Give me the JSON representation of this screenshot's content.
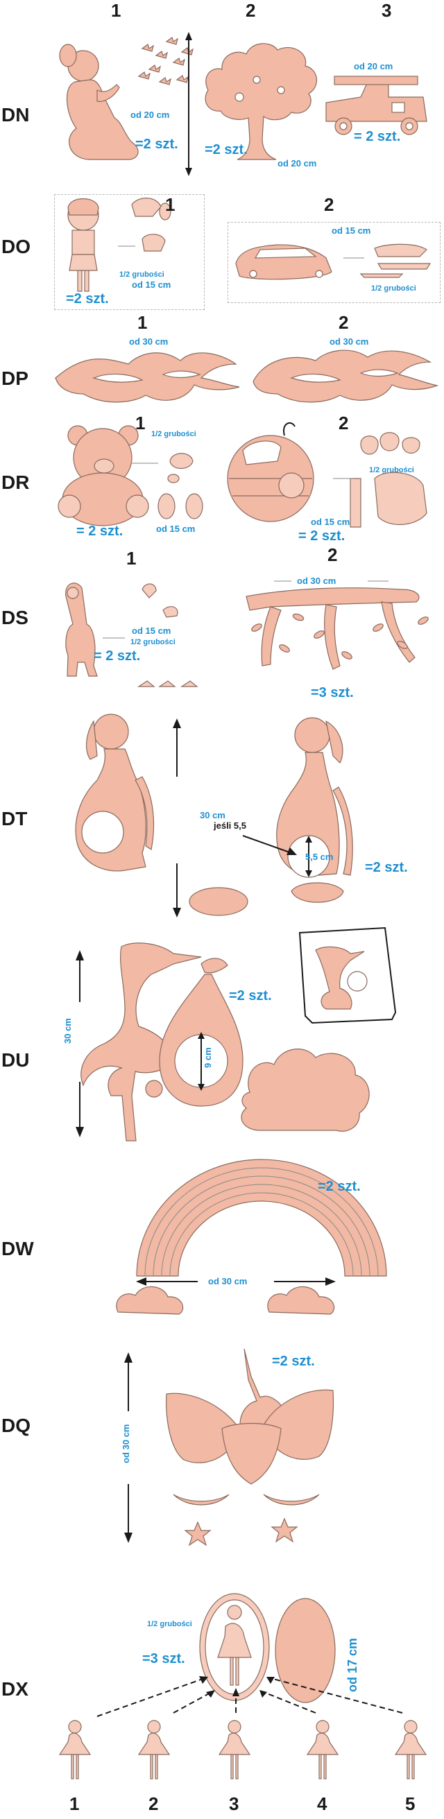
{
  "header": {
    "cols": [
      "1",
      "2",
      "3"
    ]
  },
  "dn": {
    "code": "DN",
    "size1": "od 20 cm",
    "qty1": "=2 szt.",
    "qty2": "=2 szt.",
    "size2": "od 20 cm",
    "size3": "od 20 cm",
    "qty3": "= 2 szt."
  },
  "do": {
    "code": "DO",
    "n1": "1",
    "n2": "2",
    "half1": "1/2 grubości",
    "size1": "od 15 cm",
    "qty1": "=2 szt.",
    "size2": "od 15 cm",
    "half2": "1/2 grubości"
  },
  "dp": {
    "code": "DP",
    "n1": "1",
    "n2": "2",
    "size1": "od 30 cm",
    "size2": "od 30 cm"
  },
  "dr": {
    "code": "DR",
    "n1": "1",
    "n2": "2",
    "half1": "1/2 grubości",
    "qty1": "= 2 szt.",
    "size1": "od 15 cm",
    "half2": "1/2 grubości",
    "size2": "od 15 cm",
    "qty2": "= 2 szt."
  },
  "ds": {
    "code": "DS",
    "n1": "1",
    "n2": "2",
    "size1": "od 15 cm",
    "half1": "1/2 grubości",
    "qty1": "= 2 szt.",
    "size2": "od 30 cm",
    "qty2": "=3 szt."
  },
  "dt": {
    "code": "DT",
    "note1": "30 cm",
    "note2": "jeśli 5,5",
    "size": "5,5 cm",
    "qty": "=2 szt."
  },
  "du": {
    "code": "DU",
    "height": "30 cm",
    "inner": "9 cm",
    "qty": "=2 szt."
  },
  "dw": {
    "code": "DW",
    "qty": "=2 szt.",
    "size": "od 30 cm"
  },
  "dq": {
    "code": "DQ",
    "qty": "=2 szt.",
    "height": "od 30 cm"
  },
  "dx": {
    "code": "DX",
    "half": "1/2 grubości",
    "qty": "=3 szt.",
    "size": "od 17 cm",
    "labels": [
      "1",
      "2",
      "3",
      "4",
      "5"
    ]
  },
  "colors": {
    "fill": "#f2b9a4",
    "outline": "#8a6a5e",
    "accent": "#1d8fd0"
  }
}
